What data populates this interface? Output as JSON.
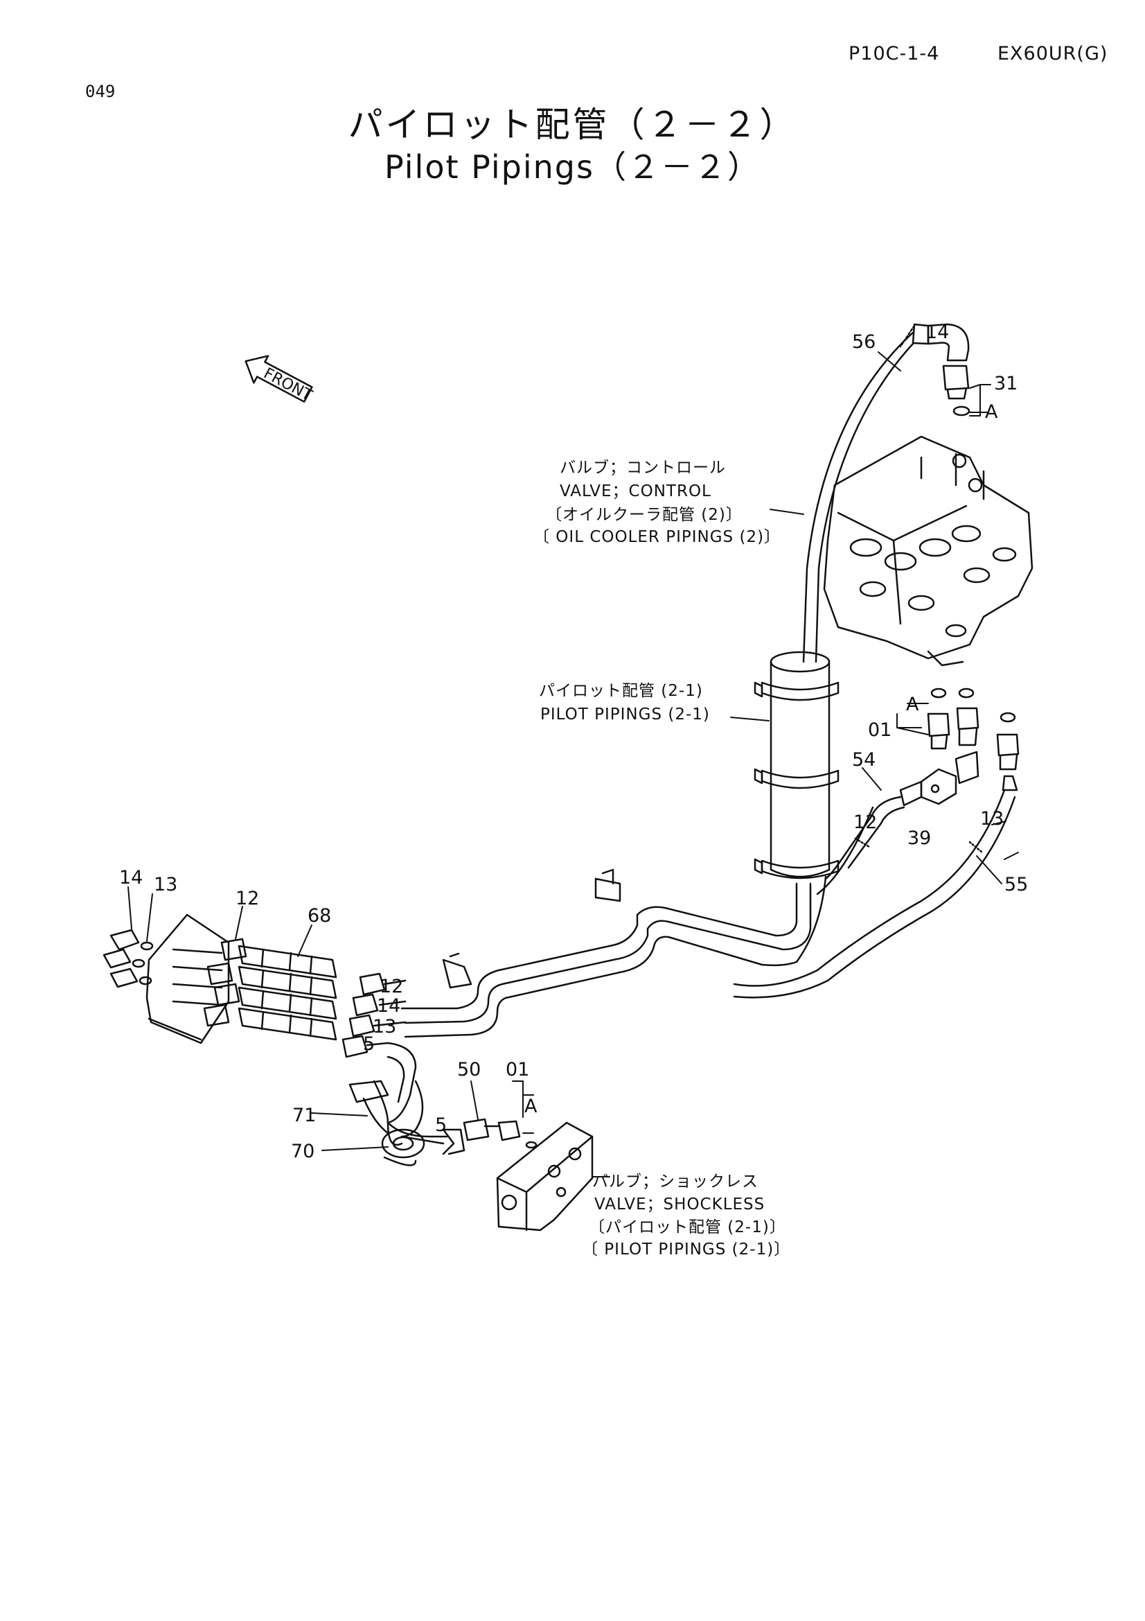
{
  "header": {
    "page_code": "P10C-1-4",
    "model": "EX60UR(G)",
    "page_number": "049"
  },
  "title": {
    "jp": "パイロット配管（２－２）",
    "en": "Pilot Pipings（２－２）"
  },
  "front_arrow": "FRONT",
  "labels": {
    "control_valve": [
      "バルブ；コントロール",
      "VALVE；CONTROL",
      "〔オイルクーラ配管 (2)〕",
      "〔 OIL  COOLER  PIPINGS (2)〕"
    ],
    "pilot_pipings": [
      "パイロット配管 (2-1)",
      "PILOT  PIPINGS (2-1)"
    ],
    "shockless_valve": [
      "バルブ；ショックレス",
      "VALVE；SHOCKLESS",
      "〔パイロット配管 (2-1)〕",
      "〔 PILOT  PIPINGS (2-1)〕"
    ]
  },
  "callouts": {
    "c56": "56",
    "c14_top": "14",
    "c31": "31",
    "a_top": "A",
    "a_mid": "A",
    "c01_mid": "01",
    "c54": "54",
    "c12_mid": "12",
    "c39": "39",
    "c13_mid": "13",
    "c55": "55",
    "c14_left": "14",
    "c13_left": "13",
    "c12_left": "12",
    "c68": "68",
    "h12": "12",
    "h14": "14",
    "h13": "13",
    "h5": "5",
    "c50": "50",
    "c01_low": "01",
    "a_low": "A",
    "c5_low": "5",
    "c71": "71",
    "c70": "70"
  }
}
